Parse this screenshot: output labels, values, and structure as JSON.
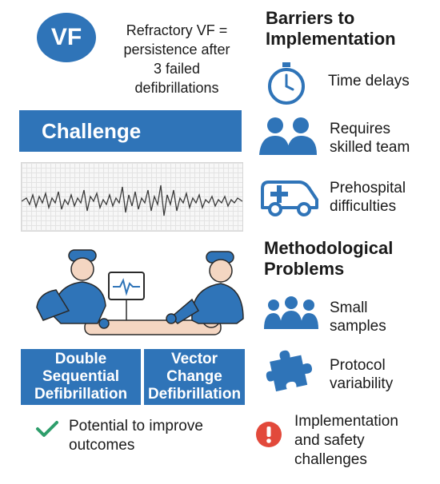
{
  "vf": {
    "badge": "VF",
    "line1": "Refractory VF =",
    "line2": "persistence after",
    "line3": "3 failed",
    "line4": "defibrillations"
  },
  "challenge": {
    "label": "Challenge"
  },
  "barriers": {
    "heading_line1": "Barriers to",
    "heading_line2": "Implementation",
    "items": [
      {
        "icon": "stopwatch-icon",
        "line1": "Time delays",
        "line2": ""
      },
      {
        "icon": "team-icon",
        "line1": "Requires",
        "line2": "skilled team"
      },
      {
        "icon": "ambulance-icon",
        "line1": "Prehospital",
        "line2": "difficulties"
      }
    ]
  },
  "methodological": {
    "heading_line1": "Methodological",
    "heading_line2": "Problems",
    "items": [
      {
        "icon": "group-icon",
        "line1": "Small",
        "line2": "samples"
      },
      {
        "icon": "puzzle-icon",
        "line1": "Protocol",
        "line2": "variability"
      }
    ]
  },
  "techniques": {
    "dsd_line1": "Double",
    "dsd_line2": "Sequential",
    "dsd_line3": "Defibrillation",
    "vc_line1": "Vector",
    "vc_line2": "Change",
    "vc_line3": "Defibrillation"
  },
  "outcomes": {
    "positive_line1": "Potential to improve",
    "positive_line2": "outcomes",
    "warning_line1": "Implementation",
    "warning_line2": "and safety",
    "warning_line3": "challenges"
  },
  "colors": {
    "primary_blue": "#2f74b8",
    "check_green": "#2e9e6b",
    "warning_red": "#e2493b"
  }
}
